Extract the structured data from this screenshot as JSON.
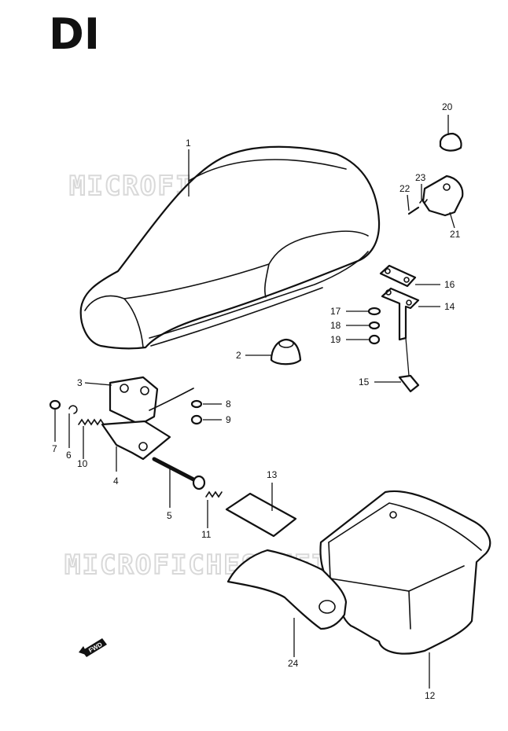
{
  "title": "DI",
  "watermark": "MICROFICHES.NET",
  "direction_label": "FWD",
  "callouts": [
    "1",
    "2",
    "3",
    "4",
    "5",
    "6",
    "7",
    "8",
    "9",
    "10",
    "11",
    "12",
    "13",
    "14",
    "15",
    "16",
    "17",
    "18",
    "19",
    "20",
    "21",
    "22",
    "23",
    "24"
  ],
  "colors": {
    "ink": "#111111",
    "watermark": "#d9d9d9",
    "background": "#ffffff"
  }
}
